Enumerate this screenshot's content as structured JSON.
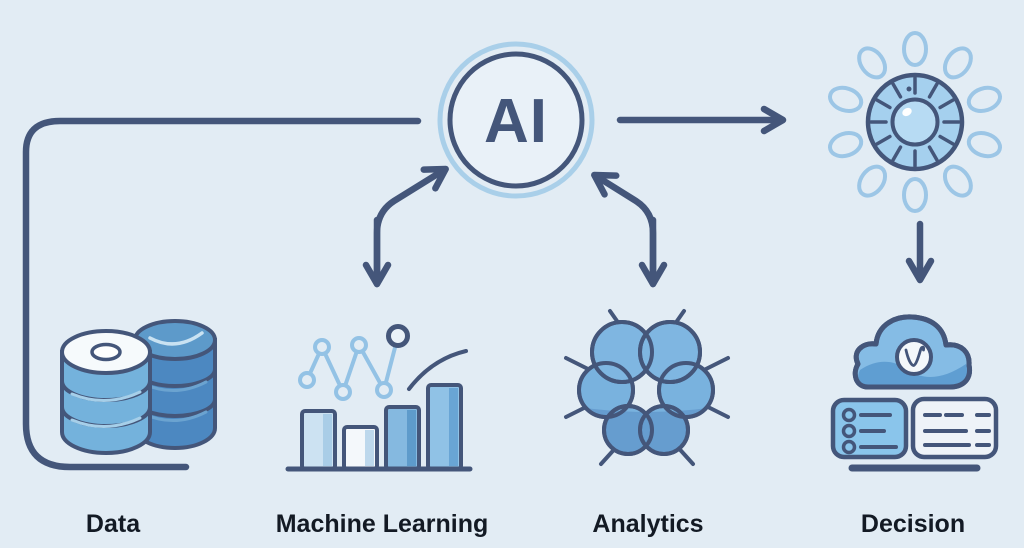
{
  "colors": {
    "background": "#e2ecf4",
    "line": "#44567a",
    "accent": "#a9cfe9",
    "label": "#131a24",
    "icon_blue_dark": "#4c88c1",
    "icon_blue_mid": "#79b2de",
    "icon_blue_light": "#a5d0ee"
  },
  "diagram": {
    "center_node": {
      "id": "ai",
      "label": "AI",
      "icon": "ai-circle-badge"
    },
    "nodes": [
      {
        "id": "data",
        "label": "Data",
        "icon": "database-stack-icon"
      },
      {
        "id": "machine-learning",
        "label": "Machine Learning",
        "icon": "bar-line-chart-icon"
      },
      {
        "id": "analytics",
        "label": "Analytics",
        "icon": "neural-cluster-icon"
      },
      {
        "id": "decision",
        "label": "Decision",
        "icon": "cloud-check-panels-icon"
      }
    ],
    "auxiliary_node": {
      "id": "process",
      "label": "",
      "icon": "gear-burst-icon"
    },
    "edges": [
      {
        "from": "data",
        "to": "ai",
        "style": "plain-elbow-line"
      },
      {
        "from": "ai",
        "to": "machine-learning",
        "style": "double-headed-elbow-arrow"
      },
      {
        "from": "ai",
        "to": "analytics",
        "style": "double-headed-elbow-arrow"
      },
      {
        "from": "ai",
        "to": "process",
        "style": "arrow-right"
      },
      {
        "from": "process",
        "to": "decision",
        "style": "arrow-down"
      }
    ]
  }
}
